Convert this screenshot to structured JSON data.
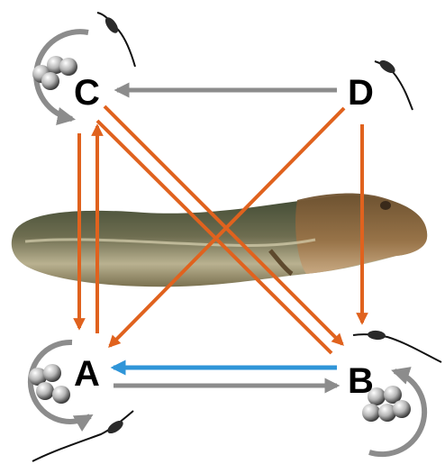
{
  "nodes": {
    "A": "A",
    "B": "B",
    "C": "C",
    "D": "D"
  },
  "colors": {
    "orange": "#e0621e",
    "gray": "#8c8c8c",
    "blue": "#2f95d8",
    "node_text": "#000000",
    "sphere": "#9a9a9a",
    "tadpole_body": "#6f6a50",
    "tadpole_head": "#8c6a3e"
  },
  "icons": {
    "background": "tadpole-image",
    "egg_cluster": "egg-cluster-icon",
    "sperm": "sperm-icon",
    "cycle": "cycle-arrow-icon"
  },
  "edges": [
    {
      "from": "D",
      "to": "C",
      "color": "gray"
    },
    {
      "from": "A",
      "to": "B",
      "color": "gray"
    },
    {
      "from": "B",
      "to": "A",
      "color": "blue"
    },
    {
      "from": "C",
      "to": "A",
      "color": "orange"
    },
    {
      "from": "A",
      "to": "C",
      "color": "orange"
    },
    {
      "from": "D",
      "to": "B",
      "color": "orange"
    },
    {
      "from": "D",
      "to": "A",
      "color": "orange"
    },
    {
      "from": "C",
      "to": "B",
      "color": "orange"
    },
    {
      "from": "C",
      "to": "B",
      "color": "orange"
    }
  ]
}
